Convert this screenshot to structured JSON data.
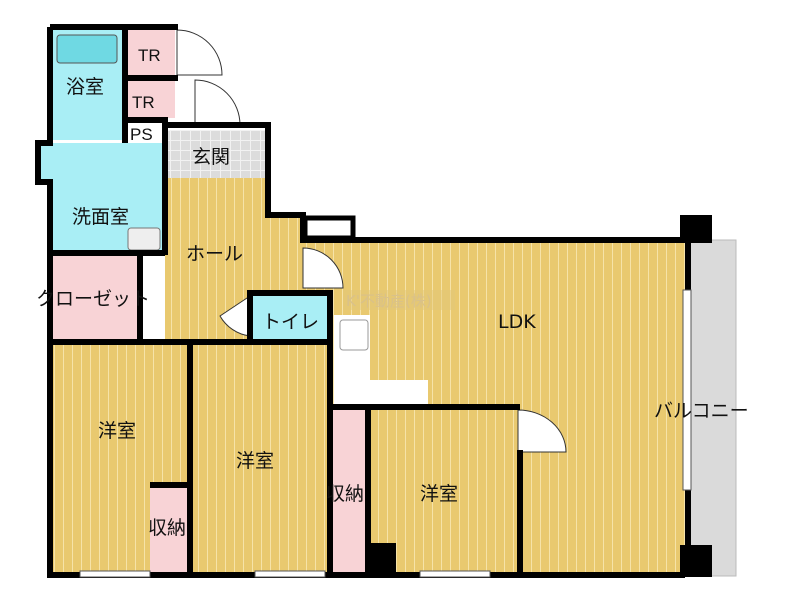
{
  "rooms": {
    "bath": "浴室",
    "tr1": "TR",
    "tr2": "TR",
    "ps": "PS",
    "entrance": "玄関",
    "washroom": "洗面室",
    "hall": "ホール",
    "closet": "クローゼット",
    "toilet": "トイレ",
    "ldk": "LDK",
    "western_left": "洋室",
    "western_middle": "洋室",
    "western_right": "洋室",
    "storage_left": "収納",
    "storage_middle": "収納",
    "balcony": "バルコニー"
  },
  "watermark": "K'不動産(株)",
  "colors": {
    "wood": "#E9C96F",
    "wet": "#A9EEF5",
    "storage": "#F8D3D6",
    "tile": "#DCDCDC",
    "balcony": "#DADADA",
    "wall": "#000000"
  }
}
